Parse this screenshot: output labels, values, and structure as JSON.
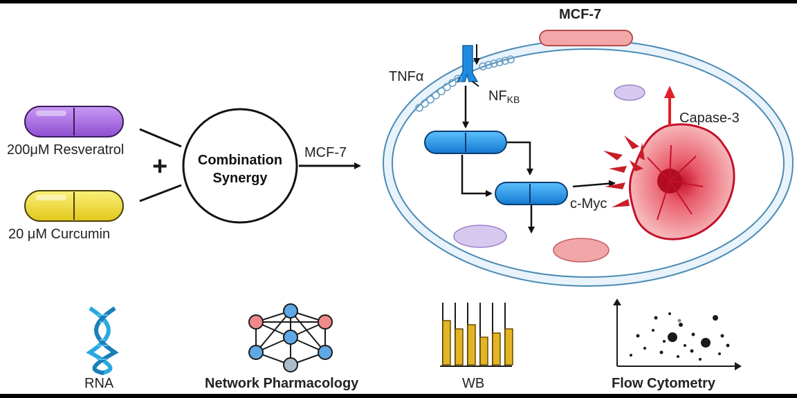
{
  "drugs": {
    "resveratrol": "200μM Resveratrol",
    "curcumin": "20 μM Curcumin",
    "plus": "+"
  },
  "combination": {
    "line1": "Combination",
    "line2": "Synergy"
  },
  "arrow_label": "MCF-7",
  "cell": {
    "title": "MCF-7",
    "tnf": "TNFα",
    "nf_main": "NF",
    "nf_sub": "KB",
    "cmyc": "c-Myc",
    "caspase": "Capase-3"
  },
  "methods": [
    {
      "label": "RNA",
      "icon": "dna-helix-icon"
    },
    {
      "label": "Network Pharmacology",
      "icon": "network-graph-icon"
    },
    {
      "label": "WB",
      "icon": "western-blot-icon"
    },
    {
      "label": "Flow Cytometry",
      "icon": "scatter-plot-icon"
    }
  ],
  "colors": {
    "resveratrol": "#a66be0",
    "curcumin": "#f2dc32",
    "receptor": "#1f8be0",
    "protein": "#2196f3",
    "apoptosis": "#d81e28",
    "membrane": "#b9dcee",
    "dna_blue": "#2aa8e0",
    "wb_gold": "#e3b525"
  }
}
